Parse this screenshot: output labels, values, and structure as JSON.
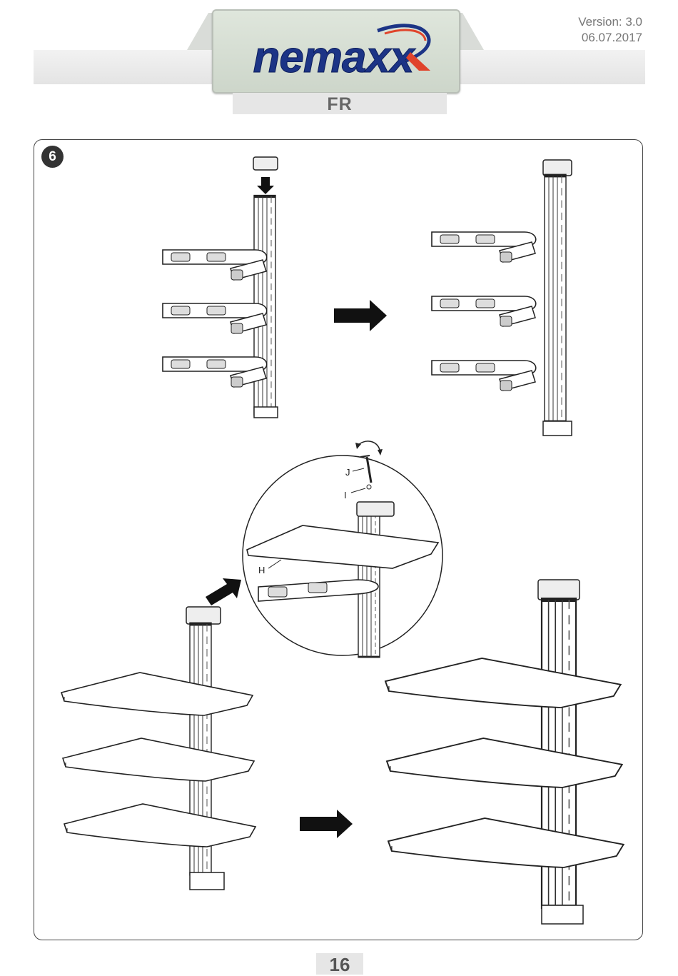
{
  "header": {
    "brand": "nemaxx",
    "language": "FR",
    "version": "Version: 3.0",
    "date": "06.07.2017"
  },
  "step": {
    "number": "6",
    "callouts": {
      "j": "J",
      "i": "I",
      "h": "H"
    }
  },
  "page_number": "16",
  "icons": [
    "arrow-down-icon",
    "arrow-right-icon",
    "arrow-diagonal-icon",
    "rotate-arrow-icon"
  ],
  "colors": {
    "accent_red": "#e0442b",
    "brand_blue": "#1c3486",
    "badge": "#333333"
  }
}
